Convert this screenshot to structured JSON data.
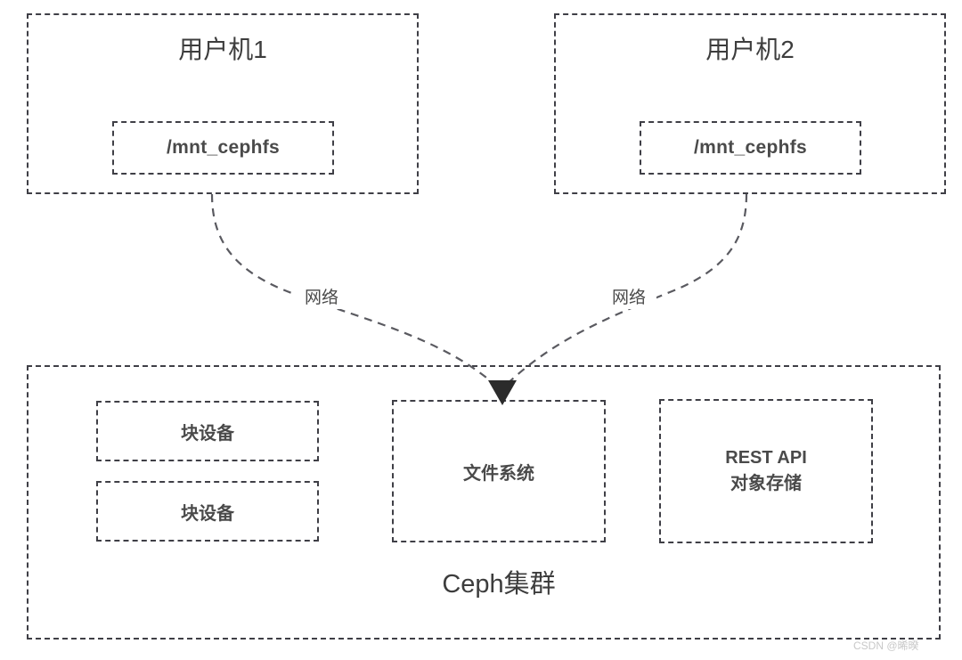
{
  "diagram": {
    "title_visible": false,
    "colors": {
      "stroke": "#3f3f46",
      "text": "#3a3a3a",
      "background": "#ffffff",
      "watermark": "#c8c8c8"
    },
    "clients": [
      {
        "id": "client-1",
        "title": "用户机1",
        "mount": "/mnt_cephfs",
        "link_label": "网络"
      },
      {
        "id": "client-2",
        "title": "用户机2",
        "mount": "/mnt_cephfs",
        "link_label": "网络"
      }
    ],
    "cluster": {
      "name": "Ceph集群",
      "block_devices": [
        {
          "label": "块设备"
        },
        {
          "label": "块设备"
        }
      ],
      "filesystem": {
        "label": "文件系统"
      },
      "object_store": {
        "line1": "REST API",
        "line2": "对象存储"
      }
    },
    "watermark": "CSDN @晞暌"
  }
}
